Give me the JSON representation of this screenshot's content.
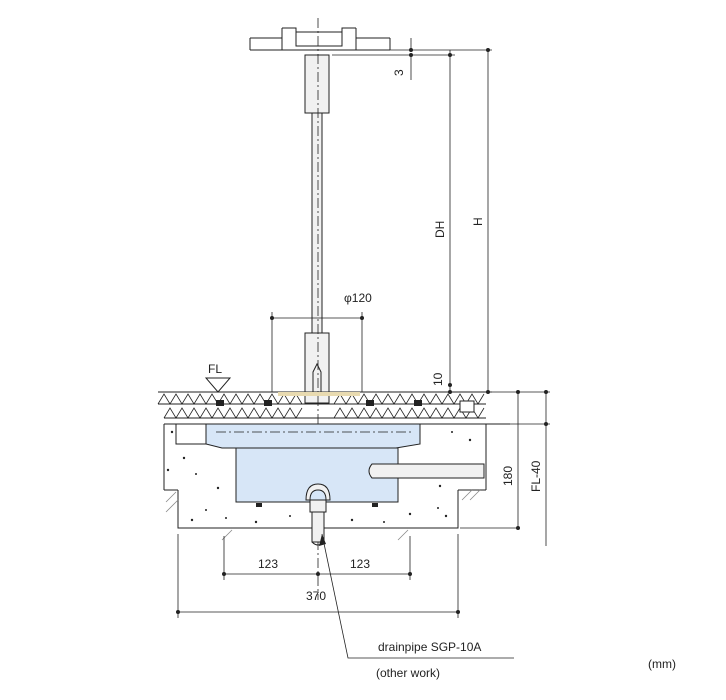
{
  "dimensions": {
    "top_gap": "3",
    "dh": "DH",
    "h": "H",
    "diameter": "φ120",
    "pad_height": "10",
    "fl_label": "FL",
    "box_depth": "180",
    "floor_offset": "FL-40",
    "left_offset": "123",
    "right_offset": "123",
    "total_width": "370"
  },
  "callout": {
    "drainpipe": "drainpipe SGP-10A",
    "note": "(other work)"
  },
  "unit_label": "(mm)",
  "colors": {
    "water_box": "#d7e6f7",
    "line": "#222222",
    "hatch": "#888888",
    "pipe_fill": "#f1f1f1"
  }
}
